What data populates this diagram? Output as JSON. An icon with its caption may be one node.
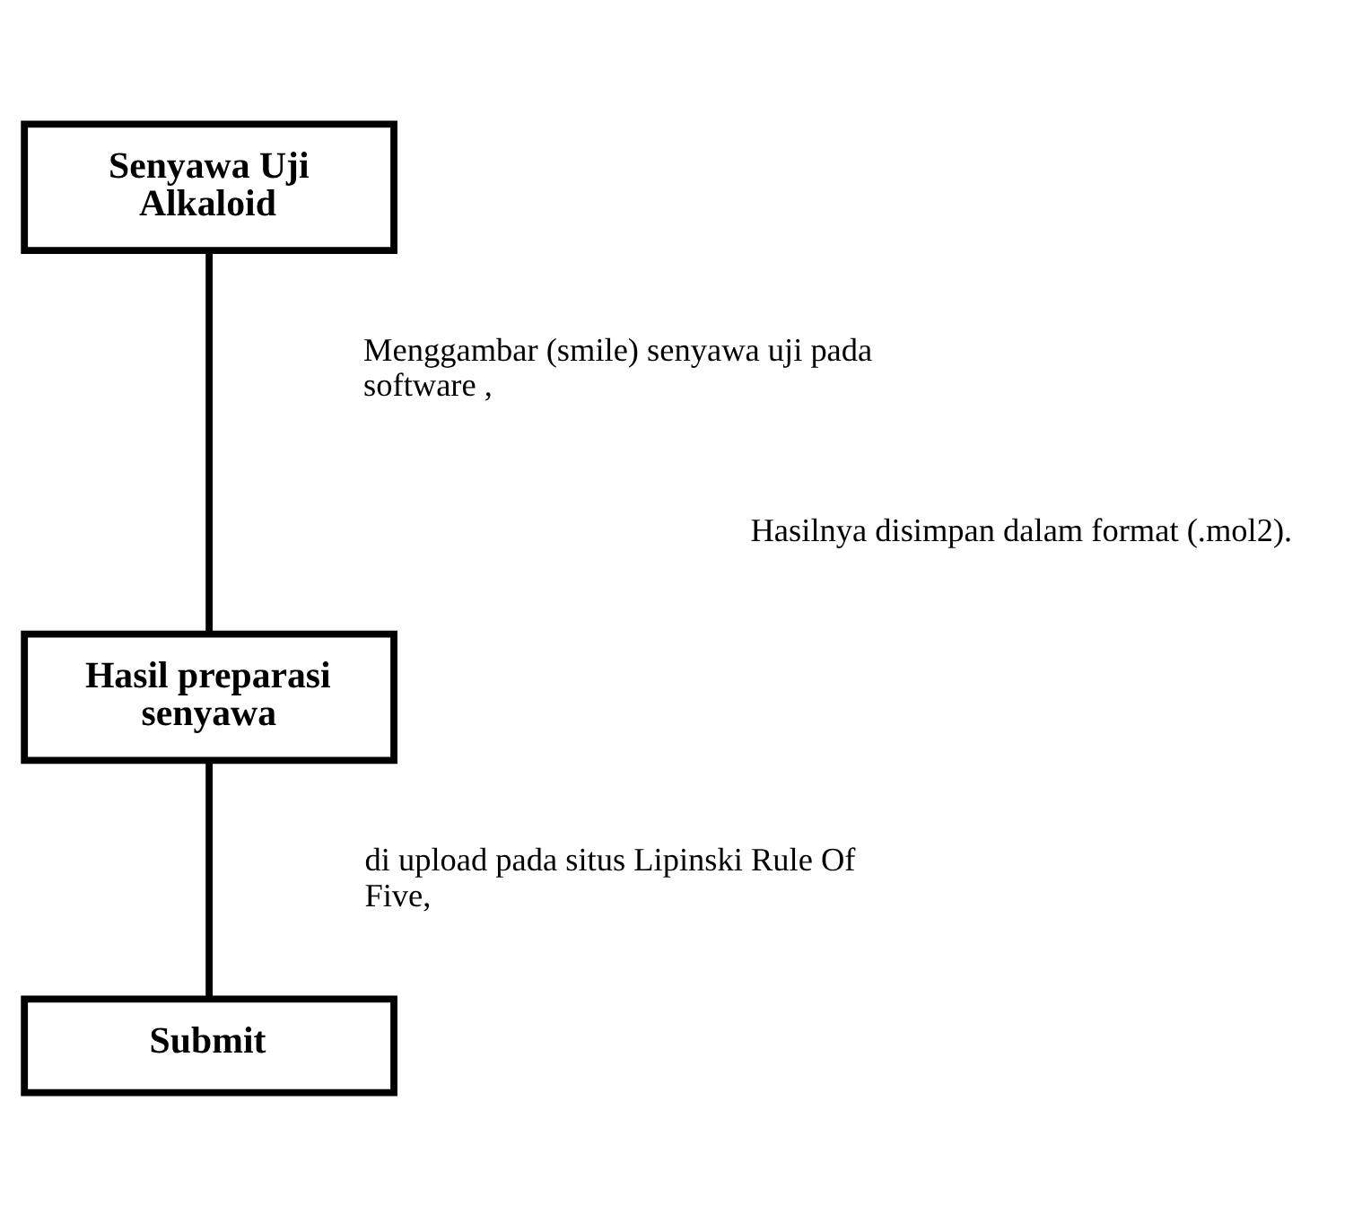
{
  "diagram": {
    "nodes": [
      {
        "text": [
          "Senyawa Uji Alkaloid"
        ]
      },
      {
        "text": [
          "Hasil preparasi senyawa"
        ]
      },
      {
        "text": [
          "Submit"
        ]
      }
    ],
    "edges": [
      {
        "from": 0,
        "to": 1,
        "arrow": "none"
      },
      {
        "from": 1,
        "to": 2,
        "arrow": "none"
      }
    ],
    "labels": [
      "Menggambar (smile) senyawa uji pada software ,",
      "Hasilnya disimpan dalam format (.mol2).",
      "di upload pada situs Lipinski Rule Of Five,"
    ]
  }
}
